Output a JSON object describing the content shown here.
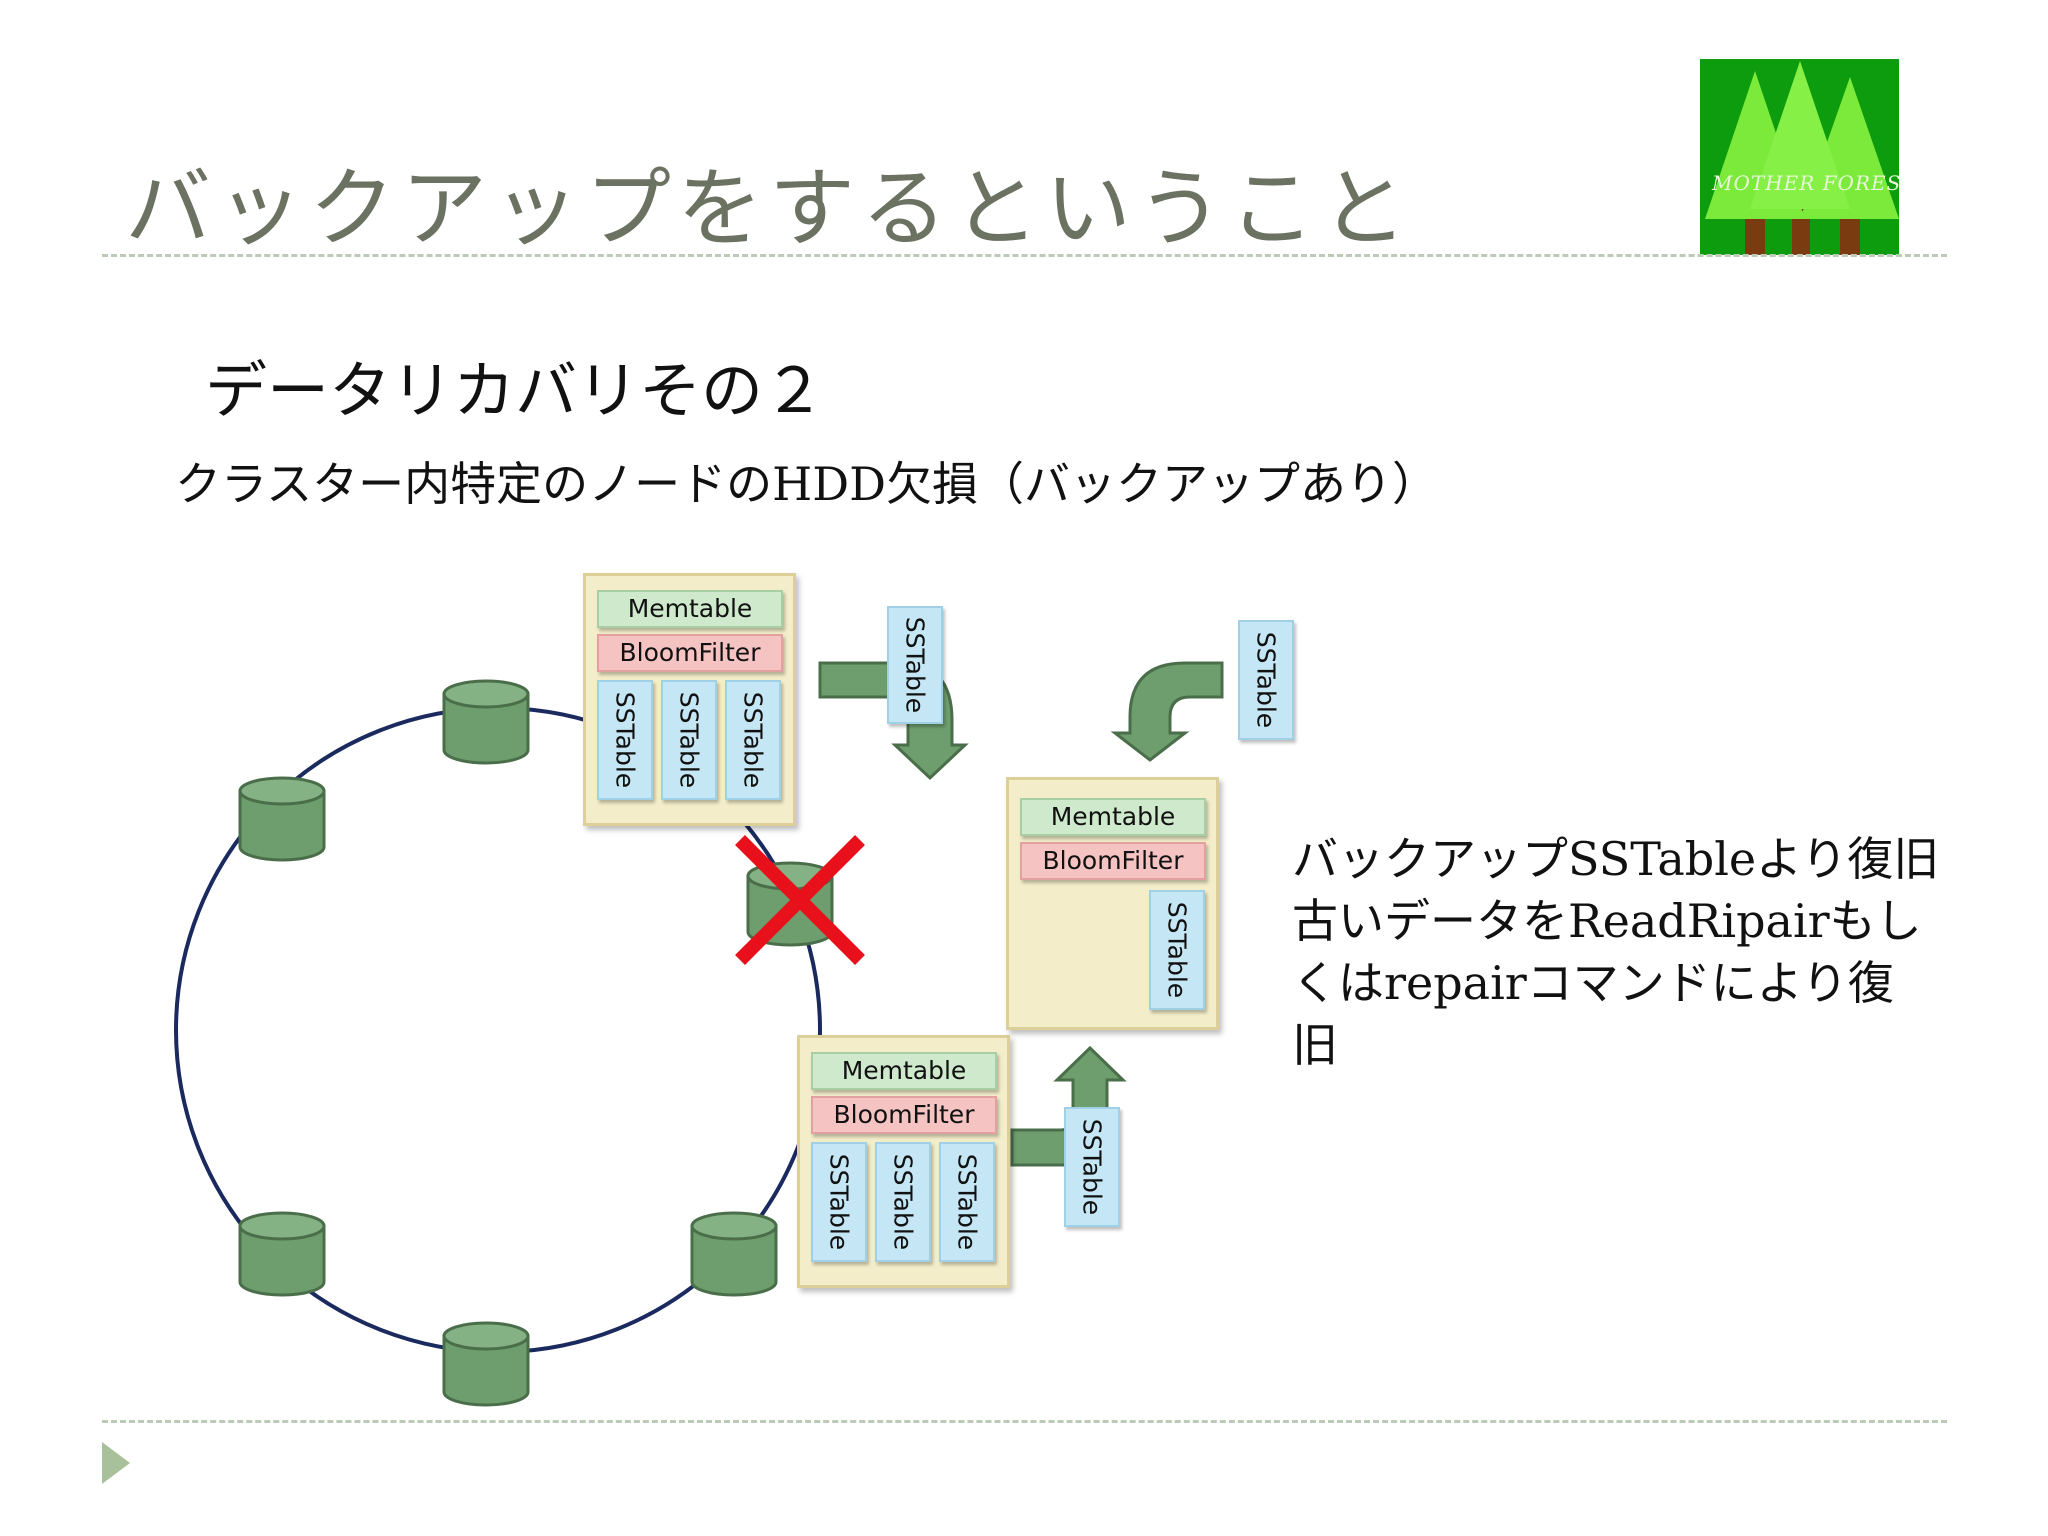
{
  "slide": {
    "title": "バックアップをするということ",
    "subtitle": "データリカバリその２",
    "subheading": "クラスター内特定のノードのHDD欠損（バックアップあり）"
  },
  "logo": {
    "text": "MOTHER FOREST",
    "colors": {
      "background": "#0d9c0d",
      "tree": "#7bea3a",
      "trunk": "#7a3b10"
    }
  },
  "diagram": {
    "node_top": {
      "memtable": "Memtable",
      "bloomfilter": "BloomFilter",
      "sstables": [
        "SSTable",
        "SSTable",
        "SSTable"
      ]
    },
    "node_bottom": {
      "memtable": "Memtable",
      "bloomfilter": "BloomFilter",
      "sstables": [
        "SSTable",
        "SSTable",
        "SSTable"
      ]
    },
    "node_new": {
      "memtable": "Memtable",
      "bloomfilter": "BloomFilter",
      "sstables": [
        "SSTable"
      ]
    },
    "floating_sstables": [
      "SSTable",
      "SSTable",
      "SSTable"
    ],
    "failed_node_marker": "x",
    "colors": {
      "ring": "#1b2a5e",
      "cylinder": "#6e9e6e",
      "arrow": "#6e9e6e",
      "cross": "#e8101a"
    }
  },
  "description": {
    "lines": [
      "バックアップSSTableより復旧",
      "古いデータをReadRipairもし",
      "くはrepairコマンドにより復",
      "旧"
    ]
  }
}
